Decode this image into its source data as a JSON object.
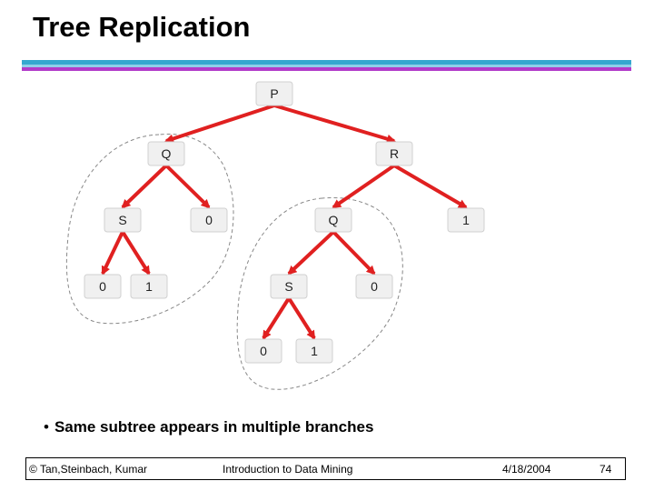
{
  "slide": {
    "title": "Tree Replication",
    "bullet": "Same subtree appears in multiple branches"
  },
  "tree": {
    "nodes": [
      {
        "id": "n-p",
        "label": "P"
      },
      {
        "id": "n-q1",
        "label": "Q"
      },
      {
        "id": "n-r",
        "label": "R"
      },
      {
        "id": "n-s1",
        "label": "S"
      },
      {
        "id": "n-leaf-0a",
        "label": "0"
      },
      {
        "id": "n-q2",
        "label": "Q"
      },
      {
        "id": "n-leaf-1a",
        "label": "1"
      },
      {
        "id": "n-leaf-0b",
        "label": "0"
      },
      {
        "id": "n-leaf-1b",
        "label": "1"
      },
      {
        "id": "n-s2",
        "label": "S"
      },
      {
        "id": "n-leaf-0c",
        "label": "0"
      },
      {
        "id": "n-leaf-0d",
        "label": "0"
      },
      {
        "id": "n-leaf-1c",
        "label": "1"
      }
    ],
    "edges": [
      [
        "n-p",
        "n-q1"
      ],
      [
        "n-p",
        "n-r"
      ],
      [
        "n-q1",
        "n-s1"
      ],
      [
        "n-q1",
        "n-leaf-0a"
      ],
      [
        "n-r",
        "n-q2"
      ],
      [
        "n-r",
        "n-leaf-1a"
      ],
      [
        "n-s1",
        "n-leaf-0b"
      ],
      [
        "n-s1",
        "n-leaf-1b"
      ],
      [
        "n-q2",
        "n-s2"
      ],
      [
        "n-q2",
        "n-leaf-0c"
      ],
      [
        "n-s2",
        "n-leaf-0d"
      ],
      [
        "n-s2",
        "n-leaf-1c"
      ]
    ],
    "edge_color": "#e02020",
    "box_fill": "#f0f0f0",
    "box_stroke": "#d0d0d0"
  },
  "footer": {
    "copyright": "© Tan,Steinbach, Kumar",
    "course": "Introduction to Data Mining",
    "date": "4/18/2004",
    "page": "74"
  }
}
